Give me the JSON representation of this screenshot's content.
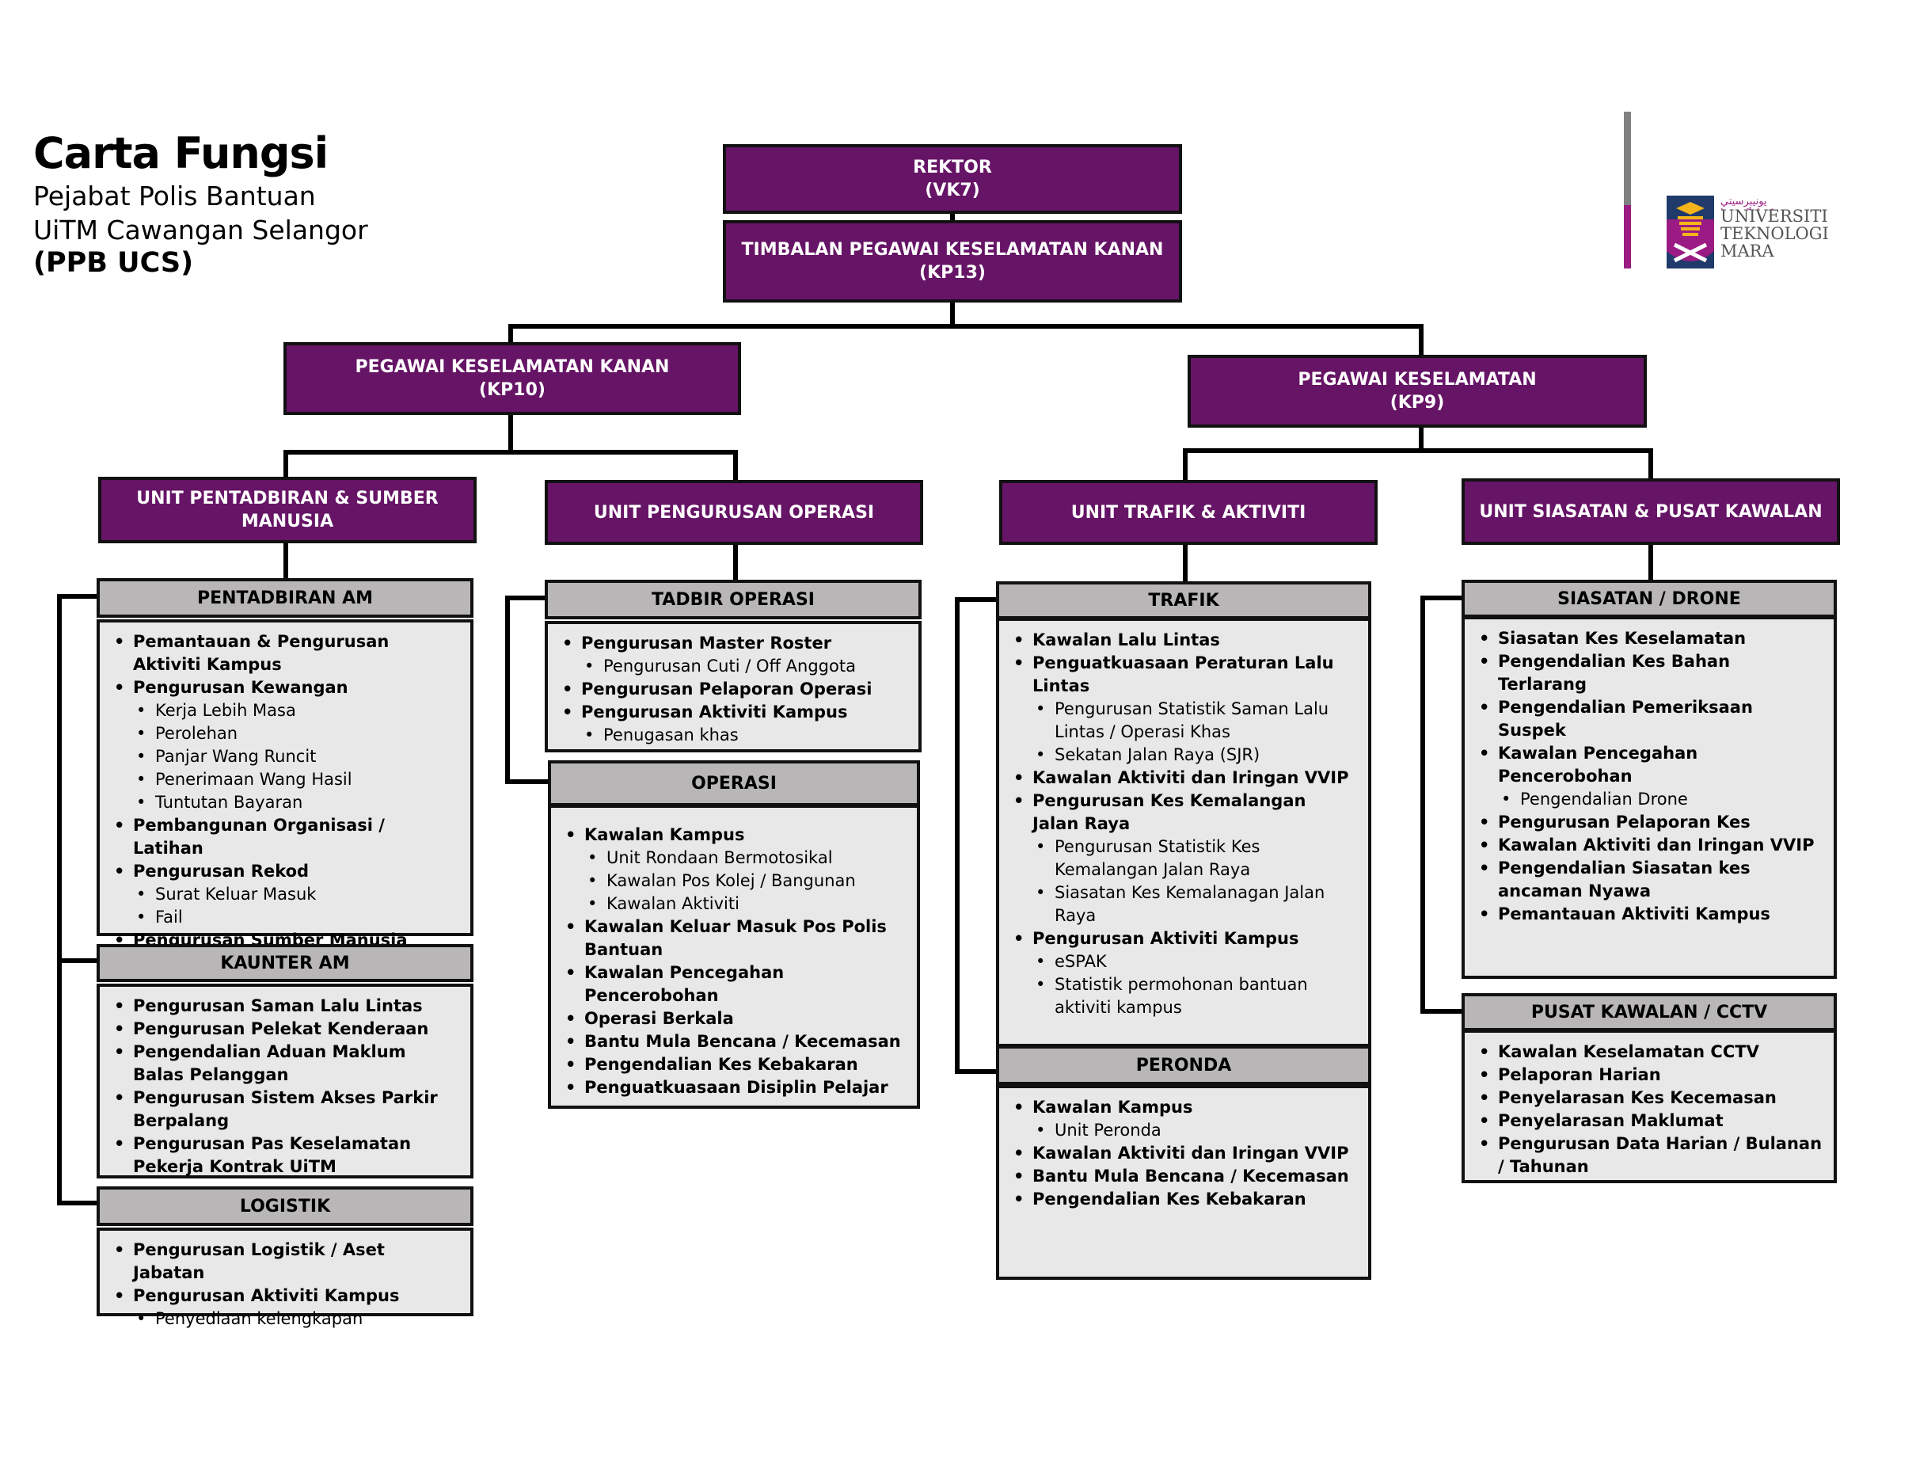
{
  "header": {
    "title": "Carta Fungsi",
    "subtitle_line1": "Pejabat Polis Bantuan",
    "subtitle_line2": "UiTM Cawangan Selangor",
    "code": "(PPB UCS)"
  },
  "logo": {
    "name": "UiTM crest",
    "arabic_script": "ﯾﻮﻧﻴﺒﺮﺳﻴﺘﻲ ﺗﻴﻜﻨﻮﻟﻮﮔﻲ ﻣﺮﺍ",
    "line1": "UNIVERSITI",
    "line2": "TEKNOLOGI",
    "line3": "MARA"
  },
  "colors": {
    "purple": "#661466",
    "header_gray": "#b8b6b6",
    "body_gray": "#e8e8e8",
    "accent_magenta": "#9a1b83"
  },
  "top": {
    "rektor": {
      "title": "REKTOR",
      "grade": "(VK7)"
    },
    "timbalan": {
      "title": "TIMBALAN PEGAWAI KESELAMATAN KANAN",
      "grade": "(KP13)"
    }
  },
  "officers": [
    {
      "title": "PEGAWAI KESELAMATAN KANAN",
      "grade": "(KP10)"
    },
    {
      "title": "PEGAWAI KESELAMATAN",
      "grade": "(KP9)"
    }
  ],
  "units": [
    {
      "title": "UNIT PENTADBIRAN & SUMBER MANUSIA",
      "sections": [
        {
          "title": "PENTADBIRAN AM",
          "items": [
            {
              "text": "Pemantauan & Pengurusan Aktiviti Kampus",
              "level": 1
            },
            {
              "text": "Pengurusan Kewangan",
              "level": 1
            },
            {
              "text": "Kerja Lebih Masa",
              "level": 2
            },
            {
              "text": "Perolehan",
              "level": 2
            },
            {
              "text": "Panjar Wang Runcit",
              "level": 2
            },
            {
              "text": "Penerimaan Wang Hasil",
              "level": 2
            },
            {
              "text": "Tuntutan Bayaran",
              "level": 2
            },
            {
              "text": "Pembangunan Organisasi / Latihan",
              "level": 1
            },
            {
              "text": "Pengurusan Rekod",
              "level": 1
            },
            {
              "text": "Surat Keluar Masuk",
              "level": 2
            },
            {
              "text": "Fail",
              "level": 2
            },
            {
              "text": "Pengurusan Sumber Manusia",
              "level": 1
            }
          ]
        },
        {
          "title": "KAUNTER AM",
          "items": [
            {
              "text": "Pengurusan Saman Lalu Lintas",
              "level": 1
            },
            {
              "text": "Pengurusan Pelekat Kenderaan",
              "level": 1
            },
            {
              "text": "Pengendalian Aduan Maklum Balas Pelanggan",
              "level": 1
            },
            {
              "text": "Pengurusan Sistem Akses Parkir Berpalang",
              "level": 1
            },
            {
              "text": "Pengurusan Pas Keselamatan Pekerja Kontrak UiTM",
              "level": 1
            }
          ]
        },
        {
          "title": "LOGISTIK",
          "items": [
            {
              "text": "Pengurusan Logistik / Aset Jabatan",
              "level": 1
            },
            {
              "text": "Pengurusan Aktiviti Kampus",
              "level": 1
            },
            {
              "text": "Penyediaan kelengkapan",
              "level": 2
            }
          ]
        }
      ]
    },
    {
      "title": "UNIT PENGURUSAN OPERASI",
      "sections": [
        {
          "title": "TADBIR OPERASI",
          "items": [
            {
              "text": "Pengurusan Master Roster",
              "level": 1
            },
            {
              "text": "Pengurusan Cuti / Off Anggota",
              "level": 2
            },
            {
              "text": "Pengurusan Pelaporan Operasi",
              "level": 1
            },
            {
              "text": "Pengurusan Aktiviti Kampus",
              "level": 1
            },
            {
              "text": "Penugasan khas",
              "level": 2
            }
          ]
        },
        {
          "title": "OPERASI",
          "items": [
            {
              "text": "Kawalan Kampus",
              "level": 1
            },
            {
              "text": "Unit Rondaan Bermotosikal",
              "level": 2
            },
            {
              "text": "Kawalan Pos Kolej / Bangunan",
              "level": 2
            },
            {
              "text": "Kawalan Aktiviti",
              "level": 2
            },
            {
              "text": "Kawalan Keluar Masuk Pos Polis Bantuan",
              "level": 1
            },
            {
              "text": "Kawalan Pencegahan Pencerobohan",
              "level": 1
            },
            {
              "text": "Operasi Berkala",
              "level": 1
            },
            {
              "text": "Bantu Mula Bencana / Kecemasan",
              "level": 1
            },
            {
              "text": "Pengendalian Kes Kebakaran",
              "level": 1
            },
            {
              "text": "Penguatkuasaan Disiplin Pelajar",
              "level": 1
            }
          ]
        }
      ]
    },
    {
      "title": "UNIT TRAFIK & AKTIVITI",
      "sections": [
        {
          "title": "TRAFIK",
          "items": [
            {
              "text": "Kawalan Lalu Lintas",
              "level": 1
            },
            {
              "text": "Penguatkuasaan Peraturan Lalu Lintas",
              "level": 1
            },
            {
              "text": "Pengurusan Statistik Saman Lalu Lintas / Operasi Khas",
              "level": 2
            },
            {
              "text": "Sekatan Jalan Raya (SJR)",
              "level": 2
            },
            {
              "text": "Kawalan Aktiviti dan Iringan VVIP",
              "level": 1
            },
            {
              "text": "Pengurusan Kes Kemalangan Jalan Raya",
              "level": 1
            },
            {
              "text": "Pengurusan Statistik Kes Kemalangan Jalan Raya",
              "level": 2
            },
            {
              "text": "Siasatan Kes Kemalanagan Jalan Raya",
              "level": 2
            },
            {
              "text": "Pengurusan Aktiviti Kampus",
              "level": 1
            },
            {
              "text": "eSPAK",
              "level": 2
            },
            {
              "text": "Statistik permohonan bantuan aktiviti kampus",
              "level": 2
            }
          ]
        },
        {
          "title": "PERONDA",
          "items": [
            {
              "text": "Kawalan Kampus",
              "level": 1
            },
            {
              "text": "Unit Peronda",
              "level": 2
            },
            {
              "text": "Kawalan Aktiviti dan Iringan VVIP",
              "level": 1
            },
            {
              "text": "Bantu Mula Bencana / Kecemasan",
              "level": 1
            },
            {
              "text": "Pengendalian Kes Kebakaran",
              "level": 1
            }
          ]
        }
      ]
    },
    {
      "title": "UNIT SIASATAN & PUSAT KAWALAN",
      "sections": [
        {
          "title": "SIASATAN / DRONE",
          "items": [
            {
              "text": "Siasatan Kes Keselamatan",
              "level": 1
            },
            {
              "text": "Pengendalian Kes Bahan Terlarang",
              "level": 1
            },
            {
              "text": "Pengendalian Pemeriksaan Suspek",
              "level": 1
            },
            {
              "text": "Kawalan Pencegahan Pencerobohan",
              "level": 1
            },
            {
              "text": "Pengendalian Drone",
              "level": 2
            },
            {
              "text": "Pengurusan Pelaporan Kes",
              "level": 1
            },
            {
              "text": "Kawalan Aktiviti dan Iringan VVIP",
              "level": 1
            },
            {
              "text": "Pengendalian Siasatan kes ancaman Nyawa",
              "level": 1
            },
            {
              "text": "Pemantauan Aktiviti Kampus",
              "level": 1
            }
          ]
        },
        {
          "title": "PUSAT KAWALAN / CCTV",
          "items": [
            {
              "text": "Kawalan Keselamatan CCTV",
              "level": 1
            },
            {
              "text": "Pelaporan Harian",
              "level": 1
            },
            {
              "text": "Penyelarasan Kes Kecemasan",
              "level": 1
            },
            {
              "text": "Penyelarasan Maklumat",
              "level": 1
            },
            {
              "text": "Pengurusan Data Harian / Bulanan / Tahunan",
              "level": 1
            }
          ]
        }
      ]
    }
  ]
}
